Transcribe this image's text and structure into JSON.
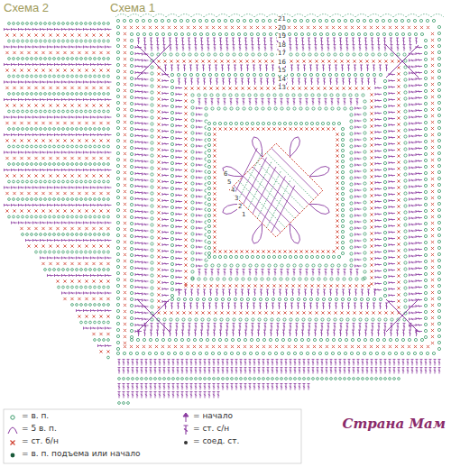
{
  "diagram": {
    "labels": [
      "Схема 2",
      "Схема 1",
      "21",
      "20",
      "19",
      "18",
      "17",
      "16",
      "15",
      "14",
      "13",
      "6",
      "5",
      "4",
      "3",
      "2",
      "1",
      "Страна Мам"
    ],
    "legend": [
      {
        "text": "= в. п."
      },
      {
        "text": "= 5 в. п."
      },
      {
        "text": "= ст. б/н"
      },
      {
        "text": "= в. п. подъема или начало"
      },
      {
        "text": "= начало"
      },
      {
        "text": "= ст. с/н"
      },
      {
        "text": "= соед. ст."
      }
    ]
  }
}
